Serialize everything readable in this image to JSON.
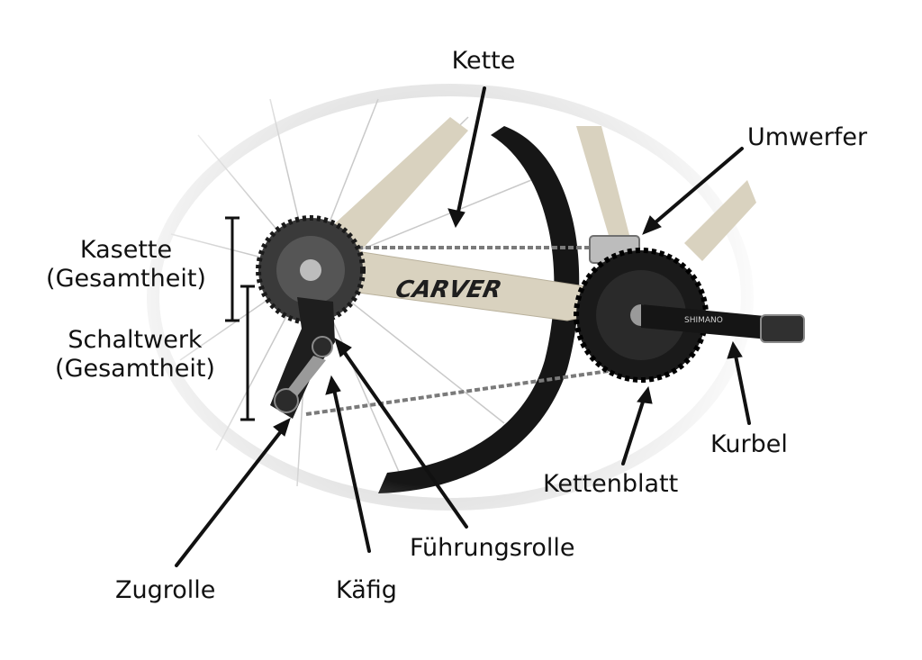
{
  "labels": {
    "kette": "Kette",
    "umwerfer": "Umwerfer",
    "kasette_1": "Kasette",
    "kasette_2": "(Gesamtheit)",
    "schaltwerk_1": "Schaltwerk",
    "schaltwerk_2": "(Gesamtheit)",
    "kurbel": "Kurbel",
    "kettenblatt": "Kettenblatt",
    "fuehrungsrolle": "Führungsrolle",
    "zugrolle": "Zugrolle",
    "kaefig": "Käfig"
  },
  "frame_brand": "CARVER",
  "crank_brand": "SHIMANO",
  "colors": {
    "frame": "#d9d2bf",
    "tire": "#161616",
    "metal": "#8a8a8a",
    "text": "#111111"
  }
}
